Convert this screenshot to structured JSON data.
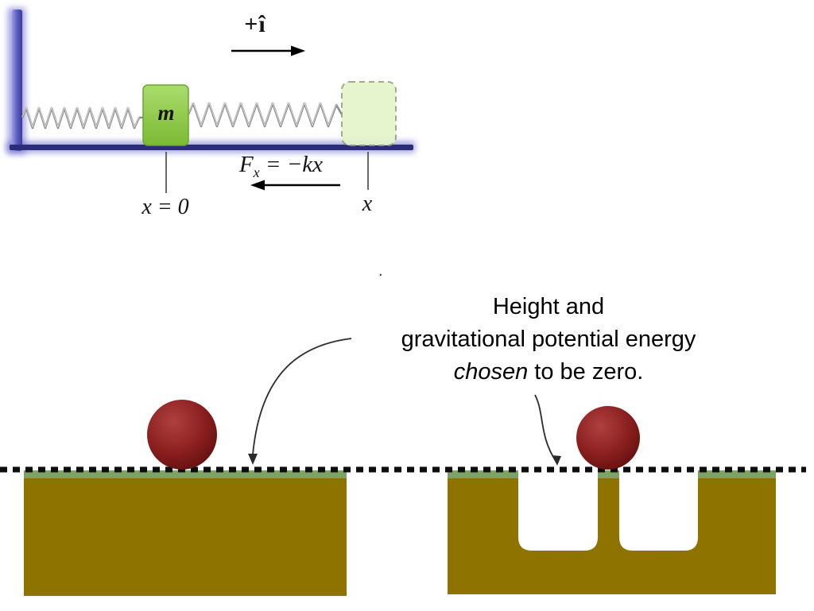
{
  "spring_diagram": {
    "mass_label": "m",
    "unit_vector_label": "+î",
    "force_F": "F",
    "force_sub": "x",
    "force_rest": " = −kx",
    "equilibrium_label": "x = 0",
    "displacement_label": "x"
  },
  "energy_diagram": {
    "caption_line1": "Height and",
    "caption_line2": "gravitational potential energy",
    "caption_italic": "chosen",
    "caption_rest": " to be zero."
  },
  "stray_mark": ".",
  "colors": {
    "wall_blue": "#4a4aad",
    "floor_navy": "#2c2c78",
    "block_green": "#8cc642",
    "ghost_green": "#e4f4c8",
    "spring_gray": "#8c8c8c",
    "ground_olive": "#8e7300",
    "grass_green": "#7ea265",
    "ball_red": "#8b1f1f",
    "dotted_line_black": "#0d0d0d"
  }
}
